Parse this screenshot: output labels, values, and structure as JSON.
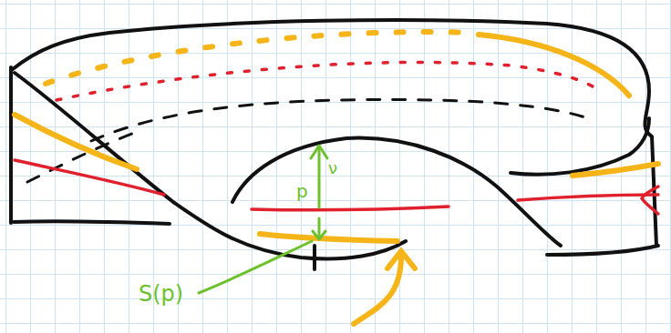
{
  "diagram": {
    "labels": [
      "p",
      "ν",
      "S(p)"
    ]
  }
}
